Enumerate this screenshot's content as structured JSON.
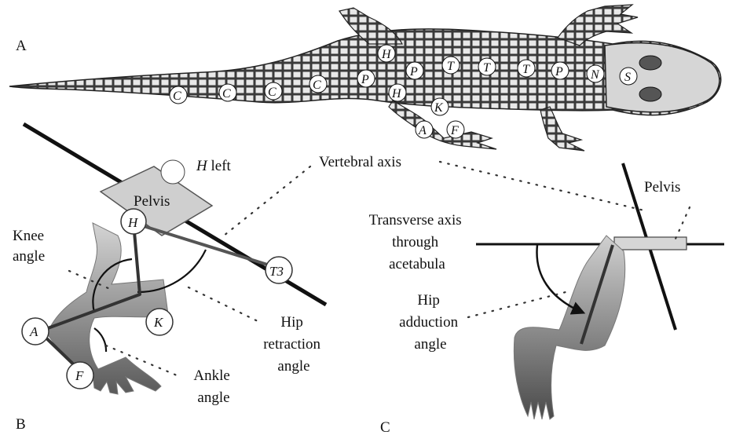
{
  "panels": {
    "a": "A",
    "b": "B",
    "c": "C"
  },
  "panel_a": {
    "markers": {
      "c1": "C",
      "c2": "C",
      "c3": "C",
      "c4": "C",
      "p1": "P",
      "p2": "P",
      "p3": "P",
      "h_top": "H",
      "h_bottom": "H",
      "t1": "T",
      "t2": "T",
      "t3": "T",
      "n": "N",
      "s": "S",
      "k": "K",
      "a": "A",
      "f": "F"
    }
  },
  "panel_b": {
    "h_left_symbol": "H",
    "h_left_text": " left",
    "pelvis": "Pelvis",
    "knee_angle": [
      "Knee",
      "angle"
    ],
    "hip_retraction_angle": [
      "Hip",
      "retraction",
      "angle"
    ],
    "ankle_angle": [
      "Ankle",
      "angle"
    ],
    "joints": {
      "h": "H",
      "t3": "T3",
      "k": "K",
      "a": "A",
      "f": "F"
    }
  },
  "panel_c": {
    "vertebral_axis": "Vertebral axis",
    "pelvis": "Pelvis",
    "transverse_axis": [
      "Transverse axis",
      "through",
      "acetabula"
    ],
    "hip_adduction_angle": [
      "Hip",
      "adduction",
      "angle"
    ]
  },
  "colors": {
    "ink": "#111111",
    "limb_light": "#c9c9c9",
    "limb_dark": "#555555",
    "pelvis_fill": "#cfcfcf",
    "animal": "#2b2b2b"
  }
}
